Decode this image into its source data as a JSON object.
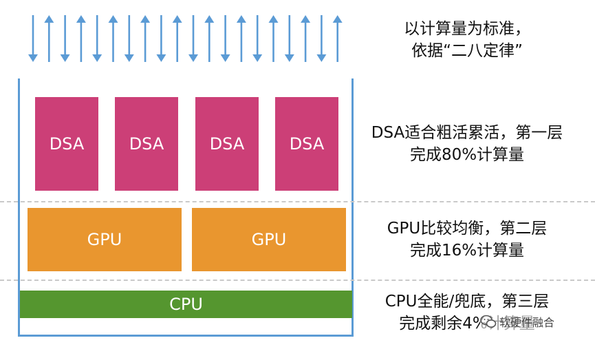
{
  "colors": {
    "arrow": "#5b9bd5",
    "frame": "#5b9bd5",
    "dsa": "#cc3f77",
    "gpu": "#e9962f",
    "cpu": "#55962f",
    "divider": "#c9c9c9"
  },
  "arrows": {
    "pattern": [
      "down",
      "up",
      "down",
      "up",
      "down",
      "up",
      "down",
      "up",
      "down",
      "up",
      "down",
      "up",
      "down",
      "up",
      "down",
      "up",
      "down",
      "up",
      "down",
      "up"
    ]
  },
  "dsa_blocks": [
    {
      "label": "DSA"
    },
    {
      "label": "DSA"
    },
    {
      "label": "DSA"
    },
    {
      "label": "DSA"
    }
  ],
  "gpu_blocks": [
    {
      "label": "GPU"
    },
    {
      "label": "GPU"
    }
  ],
  "cpu_block": {
    "label": "CPU"
  },
  "labels": {
    "top": {
      "line1": "以计算量为标准，",
      "line2": "依据“二八定律”"
    },
    "dsa": {
      "line1": "DSA适合粗活累活，第一层",
      "line2": "完成80%计算量"
    },
    "gpu": {
      "line1": "GPU比较均衡，第二层",
      "line2": "完成16%计算量"
    },
    "cpu": {
      "line1": "CPU全能/兜底，第三层",
      "line2": "完成剩余4%计算量"
    }
  },
  "watermark": {
    "icon": "wechat-icon",
    "text": "软硬件融合"
  }
}
